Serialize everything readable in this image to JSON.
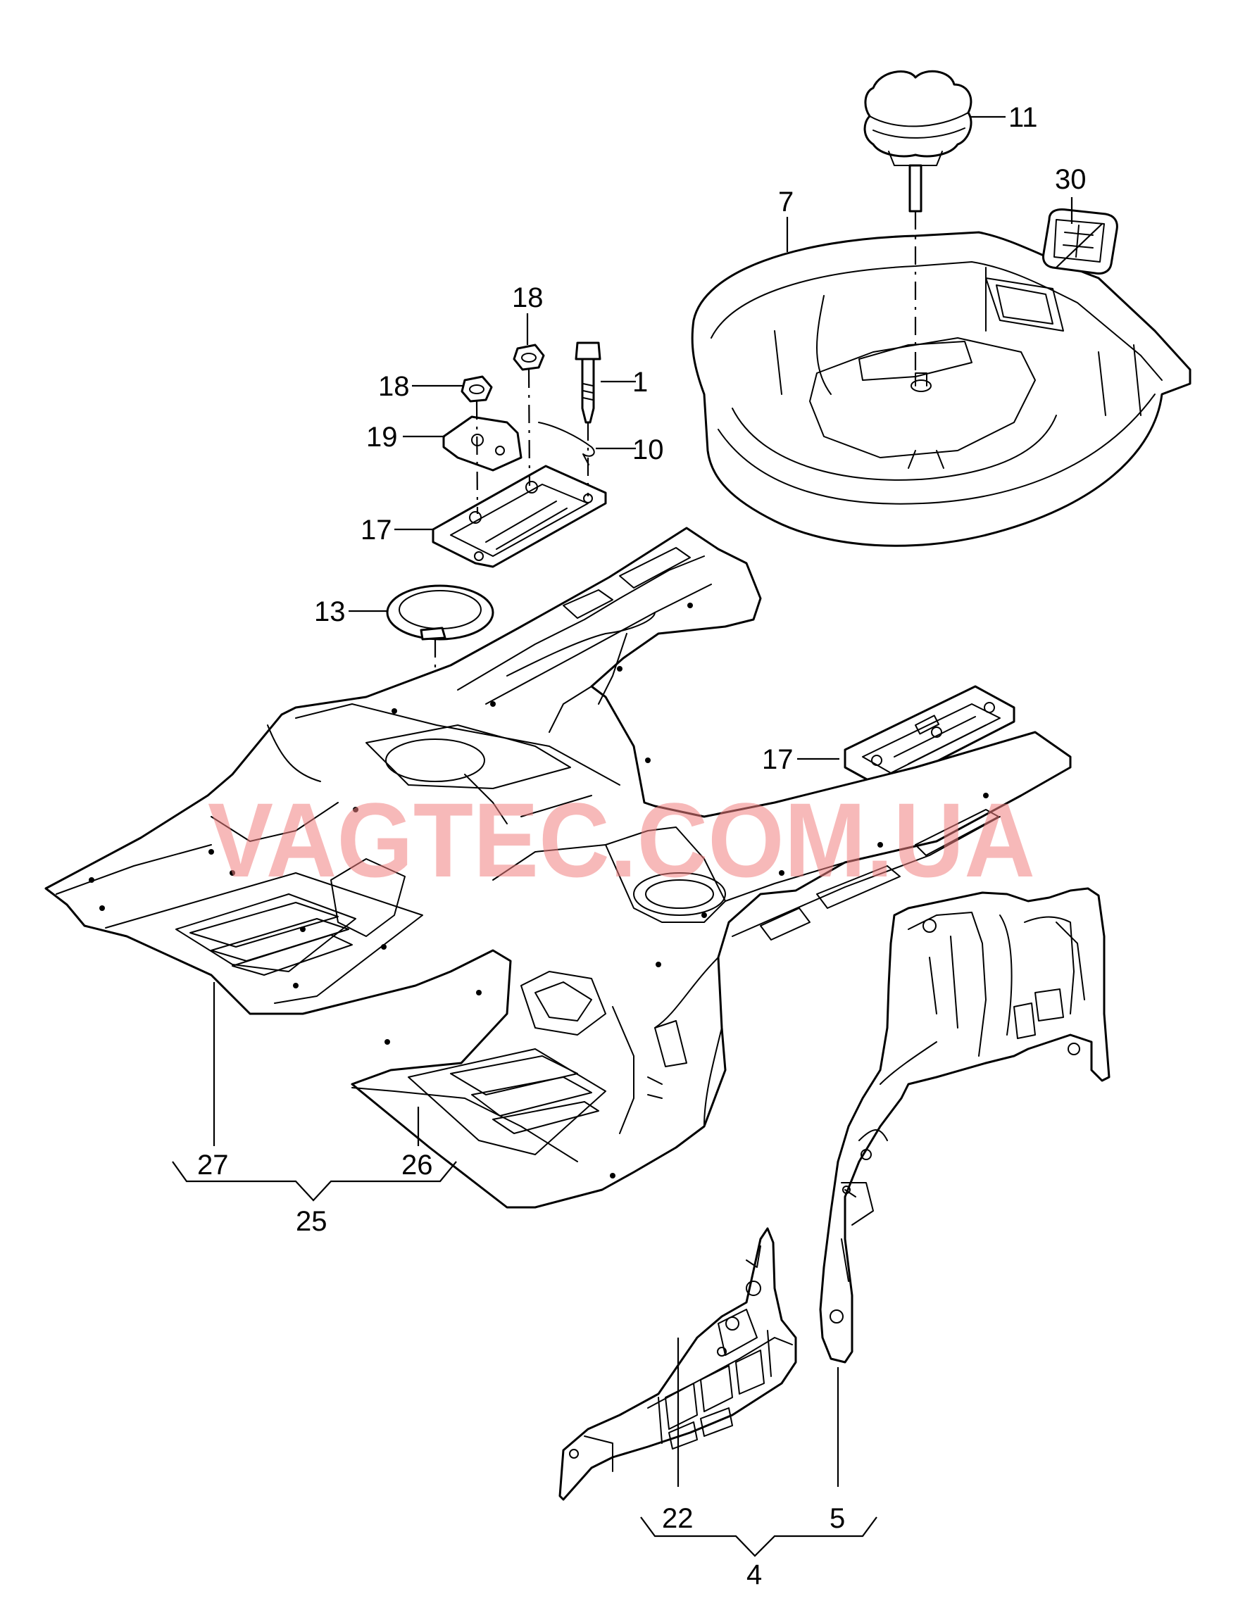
{
  "watermark": "VAGTEC.COM.UA",
  "callouts": {
    "c1": "1",
    "c4": "4",
    "c5": "5",
    "c7": "7",
    "c10": "10",
    "c11": "11",
    "c13": "13",
    "c17a": "17",
    "c17b": "17",
    "c18a": "18",
    "c18b": "18",
    "c19": "19",
    "c22": "22",
    "c25": "25",
    "c26": "26",
    "c27": "27",
    "c30": "30"
  },
  "icons": {
    "spare-wheel-well": "tub",
    "hold-down-knob": "knob",
    "floor-pan": "sheet-metal"
  }
}
